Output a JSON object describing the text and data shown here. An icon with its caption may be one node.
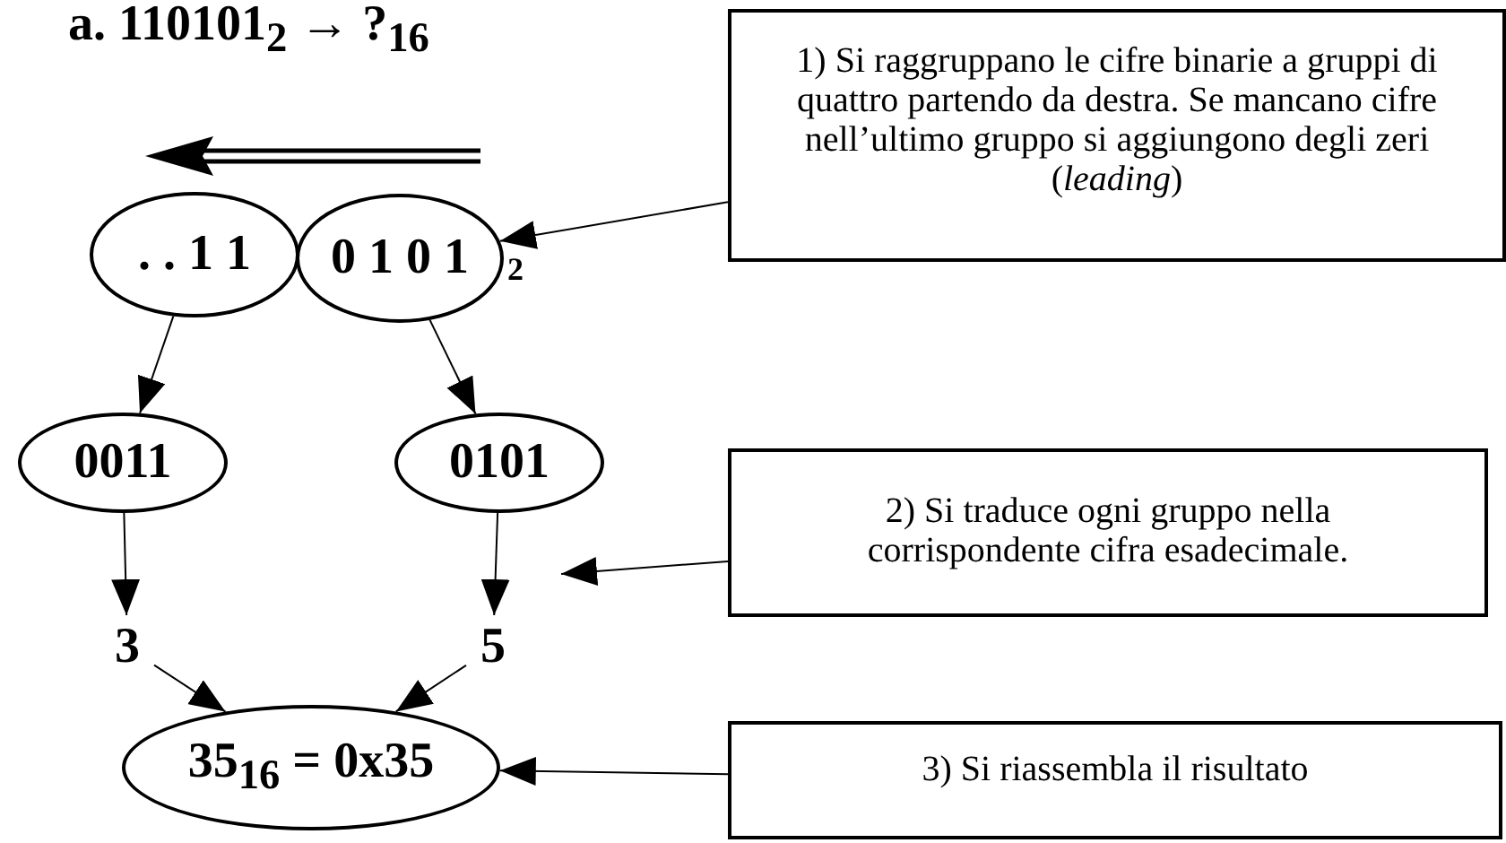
{
  "diagram": {
    "title": "a.  110101$_{2}$ → ?$_{16}$",
    "nodes": [
      {
        "text": [
          ". . 1 1"
        ]
      },
      {
        "text": [
          "0 1 0 1"
        ],
        "beside": [
          "2"
        ]
      },
      {
        "text": [
          "1) Si raggruppano le cifre binarie a gruppi di quattro partendo da destra. Se mancano cifre nell’ultimo gruppo si aggiungono degli zeri (*leading*)"
        ]
      },
      {
        "text": [
          "0011"
        ]
      },
      {
        "text": [
          "0101"
        ]
      },
      {
        "text": [
          "3"
        ]
      },
      {
        "text": [
          "5"
        ]
      },
      {
        "text": [
          "35$_{16}$ = 0x35"
        ]
      },
      {
        "text": [
          "2) Si traduce ogni gruppo nella corrispondente cifra esadecimale."
        ]
      },
      {
        "text": [
          "3) Si riassembla il risultato"
        ]
      }
    ],
    "edges": [
      {
        "from": 2,
        "to": 1,
        "arrow": "to"
      },
      {
        "from": 0,
        "to": 3,
        "arrow": "to"
      },
      {
        "from": 1,
        "to": 4,
        "arrow": "to"
      },
      {
        "from": 3,
        "to": 5,
        "arrow": "to"
      },
      {
        "from": 4,
        "to": 6,
        "arrow": "to"
      },
      {
        "from": 5,
        "to": 7,
        "arrow": "to"
      },
      {
        "from": 6,
        "to": 7,
        "arrow": "to"
      },
      {
        "from": 8,
        "to": null,
        "arrow": "to"
      },
      {
        "from": 9,
        "to": 7,
        "arrow": "to"
      }
    ]
  }
}
